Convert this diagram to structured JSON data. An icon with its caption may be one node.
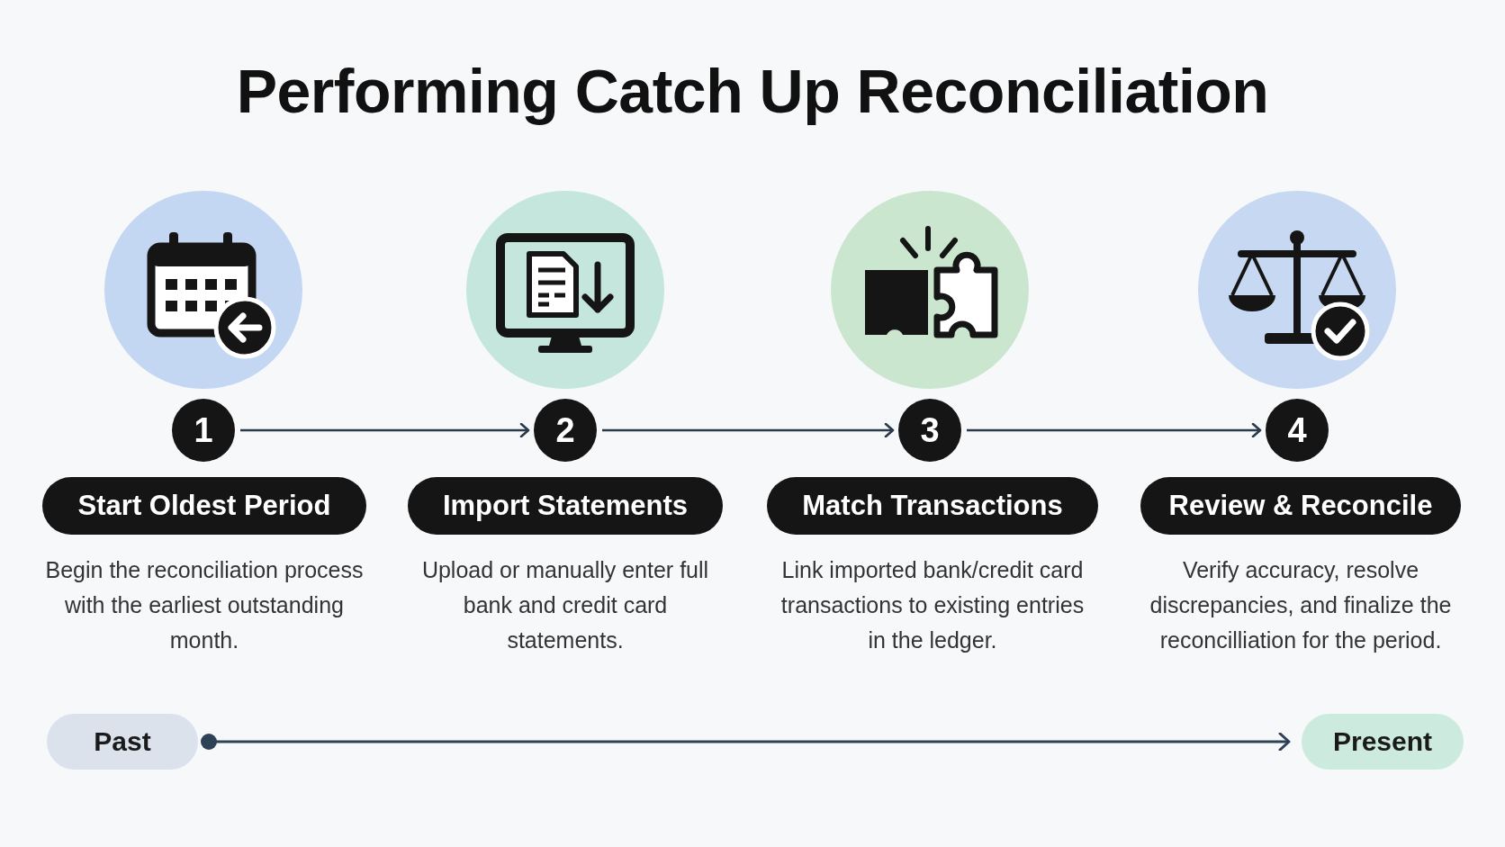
{
  "diagram": {
    "title": "Performing Catch Up Reconciliation",
    "nodes": [
      {
        "text": [
          "1"
        ]
      },
      {
        "text": [
          "2"
        ]
      },
      {
        "text": [
          "3"
        ]
      },
      {
        "text": [
          "4"
        ]
      },
      {
        "text": [
          "Start Oldest Period"
        ],
        "beside": [
          "Begin the reconciliation process with the earliest outstanding month."
        ]
      },
      {
        "text": [
          "Import Statements"
        ],
        "beside": [
          "Upload or manually enter full bank and credit card statements."
        ]
      },
      {
        "text": [
          "Match Transactions"
        ],
        "beside": [
          "Link imported bank/credit card transactions to existing entries in the ledger."
        ]
      },
      {
        "text": [
          "Review & Reconcile"
        ],
        "beside": [
          "Verify accuracy, resolve discrepancies, and finalize the reconcilliation for the period."
        ]
      },
      {
        "text": [
          "Past"
        ]
      },
      {
        "text": [
          "Present"
        ]
      }
    ],
    "edges": [
      {
        "from": 0,
        "to": 1,
        "arrow": "to"
      },
      {
        "from": 1,
        "to": 2,
        "arrow": "to"
      },
      {
        "from": 2,
        "to": 3,
        "arrow": "to"
      },
      {
        "from": 8,
        "to": 9,
        "arrow": "to"
      }
    ]
  }
}
